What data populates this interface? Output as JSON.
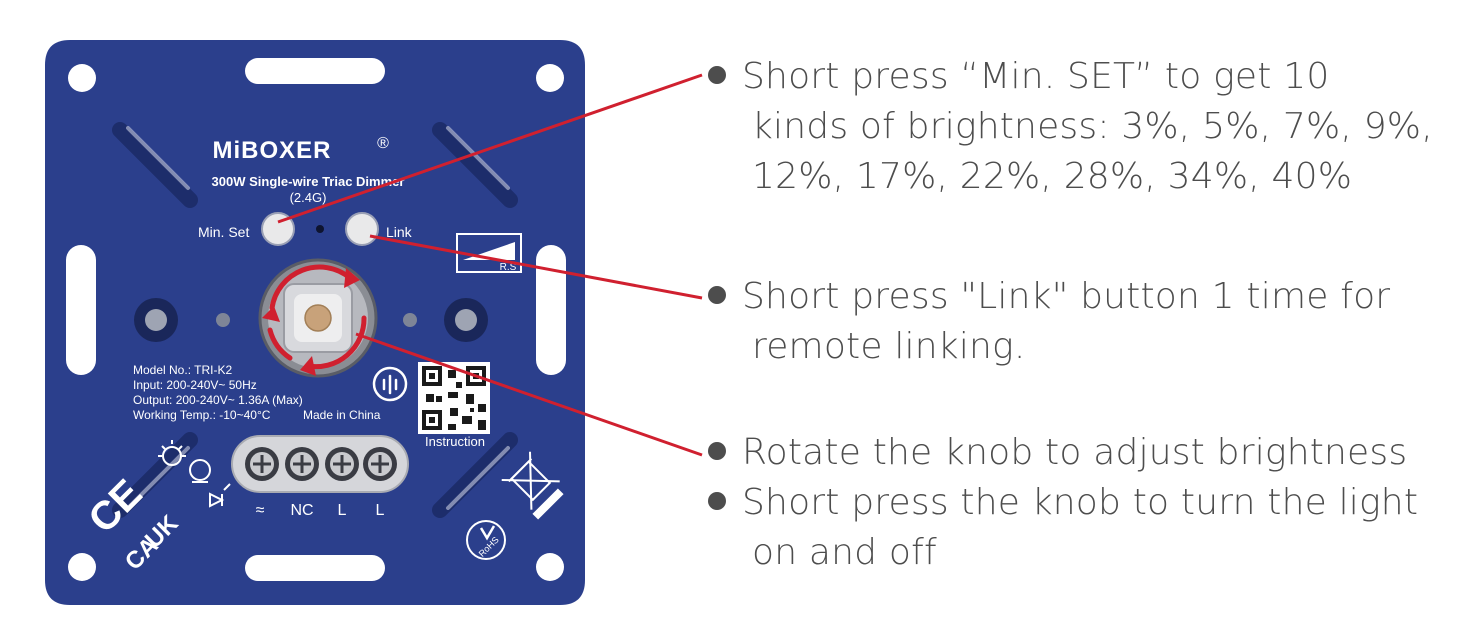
{
  "device": {
    "brand": "MiBOXER",
    "registered_mark": "®",
    "product_line1": "300W Single-wire Triac Dimmer",
    "product_line2": "(2.4G)",
    "min_set_label": "Min. Set",
    "link_label": "Link",
    "rs_label": "R.S",
    "spec_model": "Model No.: TRI-K2",
    "spec_input": "Input: 200-240V~  50Hz",
    "spec_output": "Output: 200-240V~  1.36A (Max)",
    "spec_temp": "Working Temp.: -10~40°C",
    "made_in": "Made in China",
    "qr_caption": "Instruction",
    "terminal_1": "≈",
    "terminal_2": "NC",
    "terminal_3": "L",
    "terminal_4": "L",
    "ce_mark": "CE",
    "uk_mark_line1": "UK",
    "uk_mark_line2": "CA",
    "rohs_mark": "RoHS"
  },
  "colors": {
    "plate": "#2b3f8c",
    "plate_dark": "#1d2d6b",
    "pointer_line": "#d0202f",
    "text": "#4d4d4d"
  },
  "notes": {
    "min_set": {
      "line1": "Short press “Min. SET” to get 10",
      "line2": "kinds of brightness: 3%, 5%, 7%, 9%,",
      "line3": "12%, 17%, 22%, 28%, 34%, 40%"
    },
    "link": {
      "line1": "Short press \"Link\" button 1 time for",
      "line2": "remote linking."
    },
    "knob_rotate": {
      "line1": "Rotate the knob to adjust brightness"
    },
    "knob_press": {
      "line1": "Short press the knob to turn the light",
      "line2": "on and off"
    }
  }
}
